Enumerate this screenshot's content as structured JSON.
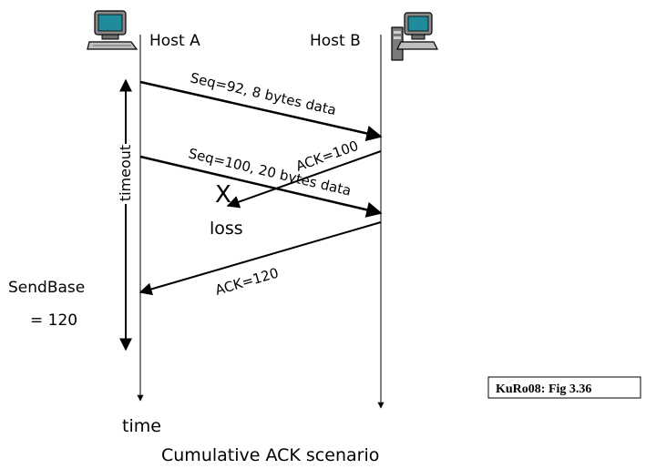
{
  "hosts": {
    "a_label": "Host A",
    "b_label": "Host B"
  },
  "messages": {
    "seq92": "Seq=92, 8 bytes data",
    "ack100": "ACK=100",
    "seq100": "Seq=100, 20 bytes data",
    "ack120": "ACK=120"
  },
  "annotations": {
    "loss_mark": "X",
    "loss_label": "loss",
    "timeout_label": "timeout",
    "sendbase_line1": "SendBase",
    "sendbase_line2": "= 120",
    "time_label": "time"
  },
  "caption": "Cumulative ACK scenario",
  "reference": "KuRo08: Fig 3.36",
  "icons": {
    "host_a": "computer-icon",
    "host_b": "computer-tower-icon"
  }
}
